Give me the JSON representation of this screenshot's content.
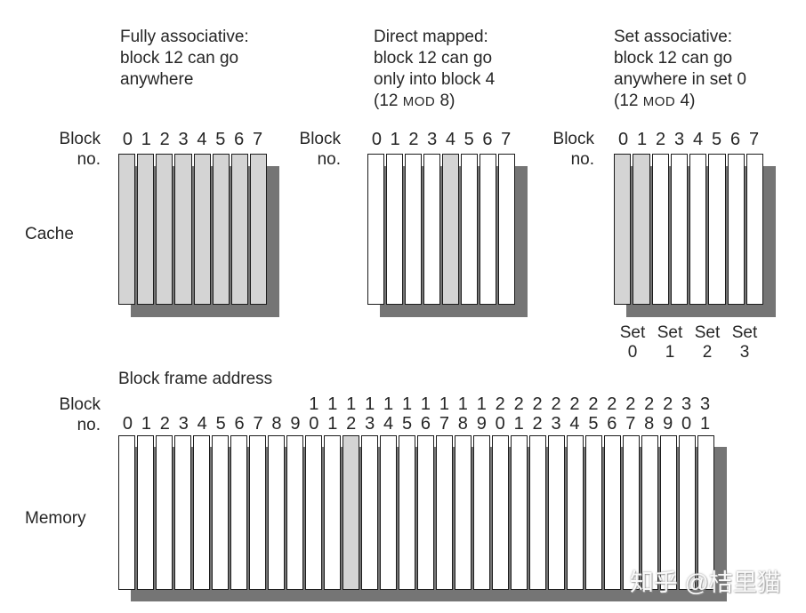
{
  "figure": {
    "captions": [
      {
        "id": "fully-associative",
        "lines": [
          "Fully associative:",
          "block 12 can go",
          "anywhere"
        ]
      },
      {
        "id": "direct-mapped",
        "lines": [
          "Direct mapped:",
          "block 12 can go",
          "only into block 4",
          "(12 MOD 8)"
        ]
      },
      {
        "id": "set-associative",
        "lines": [
          "Set associative:",
          "block 12 can go",
          "anywhere in set 0",
          "(12 MOD 4)"
        ]
      }
    ],
    "labels": {
      "block": "Block",
      "no": "no.",
      "cache": "Cache",
      "memory": "Memory",
      "block_frame_address": "Block frame address"
    },
    "diagrams": {
      "fully_associative": {
        "block_numbers": [
          "0",
          "1",
          "2",
          "3",
          "4",
          "5",
          "6",
          "7"
        ],
        "highlighted_blocks": [
          0,
          1,
          2,
          3,
          4,
          5,
          6,
          7
        ]
      },
      "direct_mapped": {
        "block_numbers": [
          "0",
          "1",
          "2",
          "3",
          "4",
          "5",
          "6",
          "7"
        ],
        "highlighted_blocks": [
          4
        ]
      },
      "set_associative": {
        "block_numbers": [
          "0",
          "1",
          "2",
          "3",
          "4",
          "5",
          "6",
          "7"
        ],
        "highlighted_blocks": [
          0,
          1
        ],
        "set_labels": [
          {
            "word": "Set",
            "number": "0"
          },
          {
            "word": "Set",
            "number": "1"
          },
          {
            "word": "Set",
            "number": "2"
          },
          {
            "word": "Set",
            "number": "3"
          }
        ]
      },
      "memory": {
        "block_numbers": [
          "0",
          "1",
          "2",
          "3",
          "4",
          "5",
          "6",
          "7",
          "8",
          "9",
          "10",
          "11",
          "12",
          "13",
          "14",
          "15",
          "16",
          "17",
          "18",
          "19",
          "20",
          "21",
          "22",
          "23",
          "24",
          "25",
          "26",
          "27",
          "28",
          "29",
          "30",
          "31"
        ],
        "highlighted_blocks": [
          12
        ]
      }
    },
    "colors": {
      "block_fill_highlight": "#d4d4d4",
      "block_fill_normal": "#ffffff",
      "block_border": "#1c1c1c",
      "shadow": "#757575",
      "text": "#262626"
    },
    "watermark": "知乎 @桔里猫"
  }
}
